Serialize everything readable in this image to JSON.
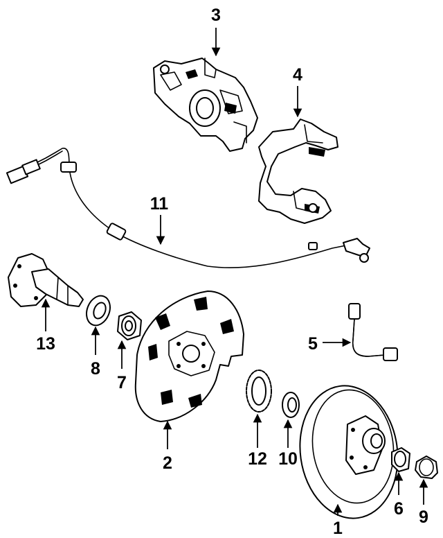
{
  "callouts": {
    "p1": "1",
    "p2": "2",
    "p3": "3",
    "p4": "4",
    "p5": "5",
    "p6": "6",
    "p7": "7",
    "p8": "8",
    "p9": "9",
    "p10": "10",
    "p11": "11",
    "p12": "12",
    "p13": "13"
  }
}
